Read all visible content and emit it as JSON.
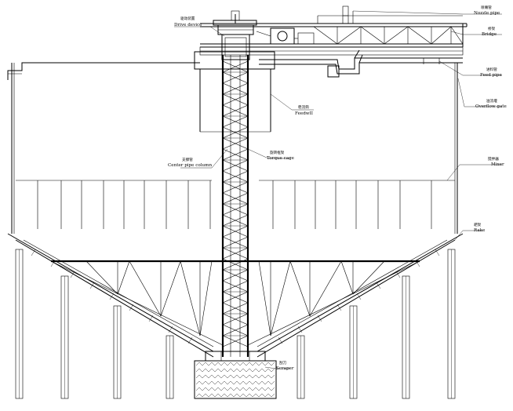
{
  "drawing": {
    "stroke_color": "#000000",
    "background_color": "#ffffff"
  },
  "labels": {
    "drive_device": {
      "cn": "驱动装置",
      "en": "Drive device"
    },
    "nozzle_pipe": {
      "cn": "喷嘴管",
      "en": "Nozzle pipe"
    },
    "bridge": {
      "cn": "桥架",
      "en": "Bridge"
    },
    "feed_pipe": {
      "cn": "进料管",
      "en": "Feed pipe"
    },
    "overflow_gate": {
      "cn": "溢流堰",
      "en": "Overflow gate"
    },
    "feed_well": {
      "cn": "稳流筒",
      "en": "FeedwII"
    },
    "center_column": {
      "cn": "支撑管",
      "en": "Center pipe column"
    },
    "torque_cage": {
      "cn": "旋转框架",
      "en": "Torque cage"
    },
    "mixer": {
      "cn": "搅拌器",
      "en": "Mixer"
    },
    "rake": {
      "cn": "耙架",
      "en": "Rake"
    },
    "scraper": {
      "cn": "刮刀",
      "en": "Scraper"
    }
  }
}
